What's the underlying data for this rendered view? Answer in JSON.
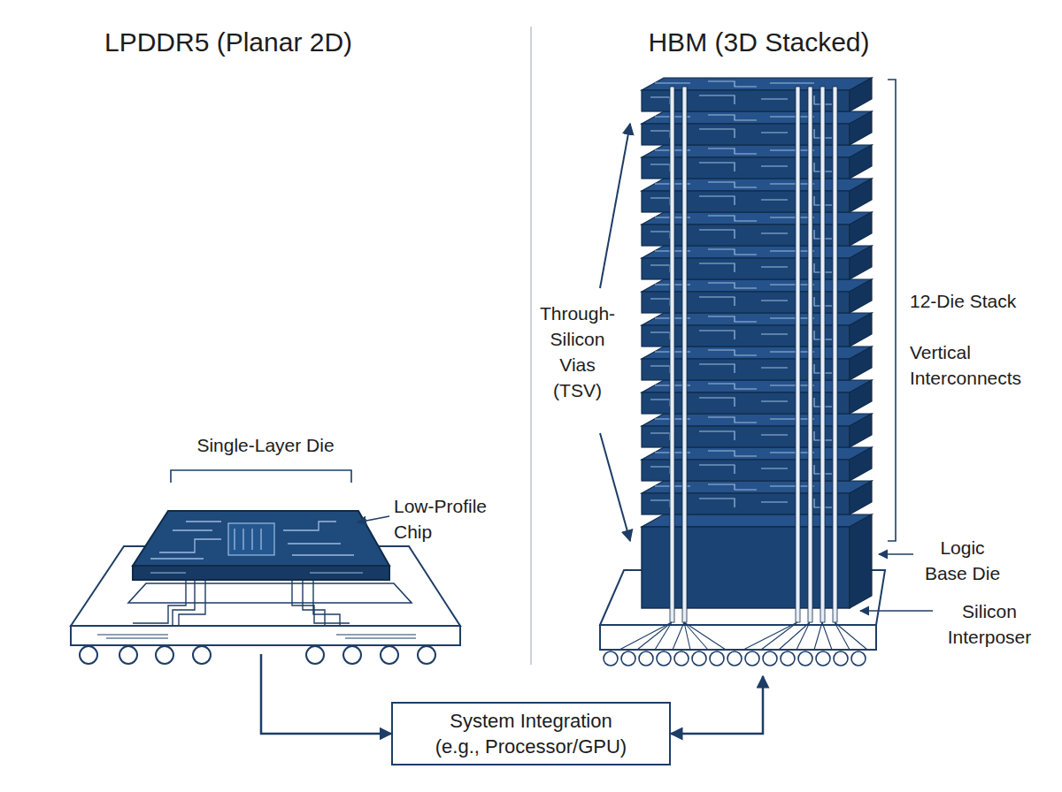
{
  "diagram": {
    "nodes": [
      {
        "text": [
          "LPDDR5 (Planar 2D)"
        ]
      },
      {
        "text": [
          "HBM (3D Stacked)"
        ]
      },
      {
        "text": [
          "System Integration (e.g., Processor/GPU)"
        ]
      }
    ],
    "edges": [
      {
        "from": 0,
        "to": 2,
        "arrow": "to"
      },
      {
        "from": 2,
        "to": 1,
        "arrow": "both"
      }
    ],
    "labels": [
      "Single-Layer Die",
      "Low-Profile Chip",
      "Through-Silicon Vias (TSV)",
      "12-Die Stack",
      "Vertical Interconnects",
      "Logic Base Die",
      "Silicon Interposer"
    ]
  }
}
